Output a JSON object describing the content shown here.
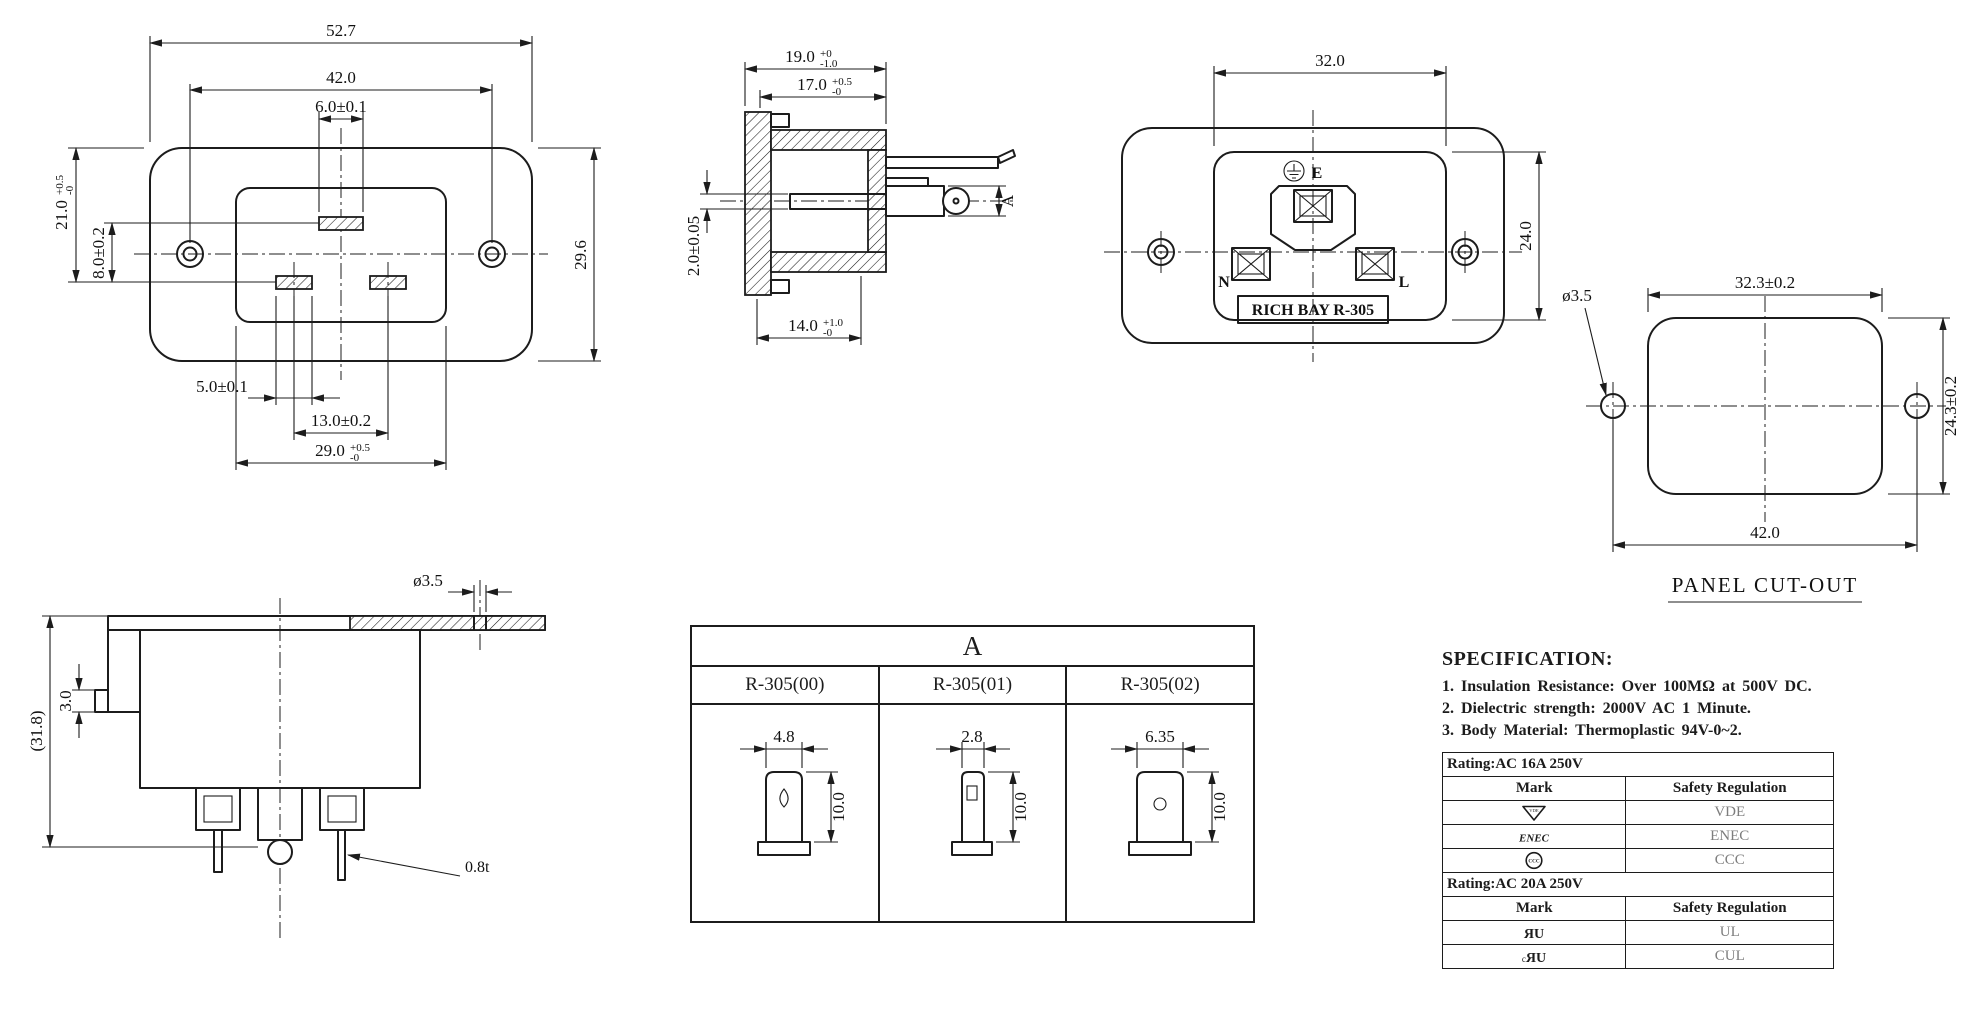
{
  "sheet": {
    "background": "#ffffff",
    "line_color": "#1c1c1c",
    "muted_text_color": "#7d7d7d"
  },
  "front_view": {
    "dim_width_outer": "52.7",
    "dim_hole_spacing": "42.0",
    "dim_earth_slot_width": "6.0±0.1",
    "dim_upper_height": {
      "v": "21.0",
      "up": "+0.5",
      "dn": "-0"
    },
    "dim_slot_vertical_offset": "8.0±0.2",
    "dim_overall_height": "29.6",
    "dim_pin_slot_width": "5.0±0.1",
    "dim_pin_slot_spacing": "13.0±0.2",
    "dim_recess_width": {
      "v": "29.0",
      "up": "+0.5",
      "dn": "-0"
    }
  },
  "side_view": {
    "dim_overall_depth": {
      "v": "19.0",
      "up": "+0",
      "dn": "-1.0"
    },
    "dim_body_depth": {
      "v": "17.0",
      "up": "+0.5",
      "dn": "-0"
    },
    "dim_pin_thickness": "2.0±0.05",
    "dim_recess_depth": {
      "v": "14.0",
      "up": "+1.0",
      "dn": "-0"
    },
    "pin_label": "A"
  },
  "back_view": {
    "dim_terminal_span": "32.0",
    "dim_recess_height": "24.0",
    "earth_label": "E",
    "neutral_label": "N",
    "live_label": "L",
    "brand_label": "RICH BAY R-305"
  },
  "panel_cutout": {
    "dim_width": "32.3±0.2",
    "dim_height": "24.3±0.2",
    "dim_hole_spacing": "42.0",
    "dim_hole_diameter": "ø3.5",
    "caption": "PANEL CUT-OUT"
  },
  "mount_view": {
    "dim_hole_diameter": "ø3.5",
    "dim_standoff": "3.0",
    "dim_overall_height": "(31.8)",
    "dim_pin_thickness": "0.8t"
  },
  "variant_table": {
    "title": "A",
    "columns": [
      "R-305(00)",
      "R-305(01)",
      "R-305(02)"
    ],
    "terminals": [
      {
        "width": "4.8",
        "height": "10.0"
      },
      {
        "width": "2.8",
        "height": "10.0"
      },
      {
        "width": "6.35",
        "height": "10.0"
      }
    ]
  },
  "specification": {
    "title": "SPECIFICATION:",
    "items": [
      "1. Insulation Resistance: Over 100MΩ at 500V DC.",
      "2. Dielectric strength: 2000V AC 1 Minute.",
      "3. Body Material: Thermoplastic 94V-0~2."
    ],
    "ratings": [
      {
        "rating": "Rating:AC 16A 250V",
        "mark_header": "Mark",
        "regulation_header": "Safety Regulation",
        "rows": [
          {
            "mark_icon": "vde-mark",
            "regulation": "VDE"
          },
          {
            "mark_icon": "enec-mark",
            "regulation": "ENEC"
          },
          {
            "mark_icon": "ccc-mark",
            "regulation": "CCC"
          }
        ]
      },
      {
        "rating": "Rating:AC 20A 250V",
        "mark_header": "Mark",
        "regulation_header": "Safety Regulation",
        "rows": [
          {
            "mark_icon": "ul-mark",
            "regulation": "UL"
          },
          {
            "mark_icon": "cul-mark",
            "regulation": "CUL"
          }
        ]
      }
    ]
  }
}
